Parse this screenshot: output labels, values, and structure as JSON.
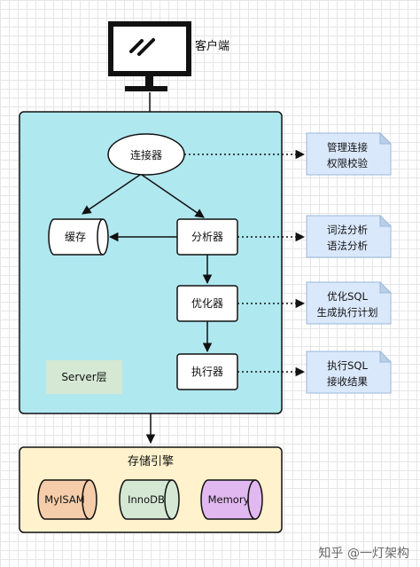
{
  "client": {
    "label": "客户端"
  },
  "server": {
    "layer_label": "Server层",
    "connector": "连接器",
    "cache": "缓存",
    "analyzer": "分析器",
    "optimizer": "优化器",
    "executor": "执行器"
  },
  "notes": {
    "connector": [
      "管理连接",
      "权限校验"
    ],
    "analyzer": [
      "词法分析",
      "语法分析"
    ],
    "optimizer": [
      "优化SQL",
      "生成执行计划"
    ],
    "executor": [
      "执行SQL",
      "接收结果"
    ]
  },
  "storage": {
    "title": "存储引擎",
    "engines": [
      {
        "name": "MyISAM",
        "color": "#f5cdaa"
      },
      {
        "name": "InnoDB",
        "color": "#d5e8d4"
      },
      {
        "name": "Memory",
        "color": "#e1b8f0"
      }
    ]
  },
  "colors": {
    "server_bg": "#b0e8f0",
    "storage_bg": "#fff2cc",
    "server_layer_bg": "#d5e8d4",
    "note_bg": "#dae8fc"
  },
  "watermark": "知乎 @一灯架构"
}
